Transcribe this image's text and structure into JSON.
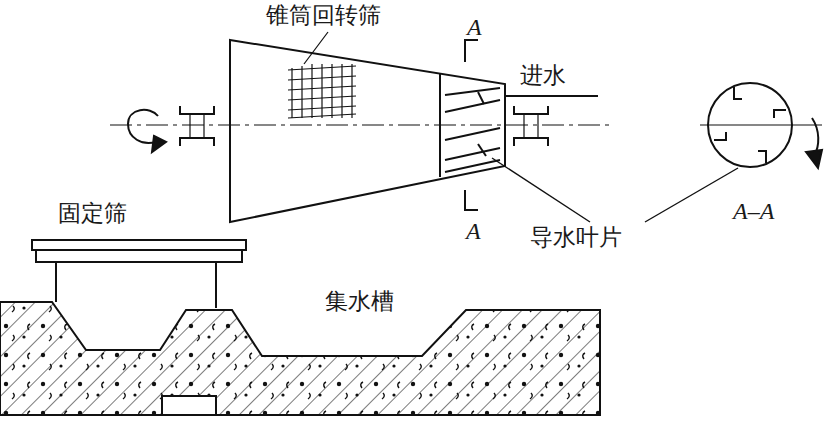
{
  "diagram": {
    "labels": [
      "锥筒回转筛",
      "A",
      "进水",
      "固定筛",
      "A",
      "导水叶片",
      "A–A",
      "集水槽"
    ]
  }
}
